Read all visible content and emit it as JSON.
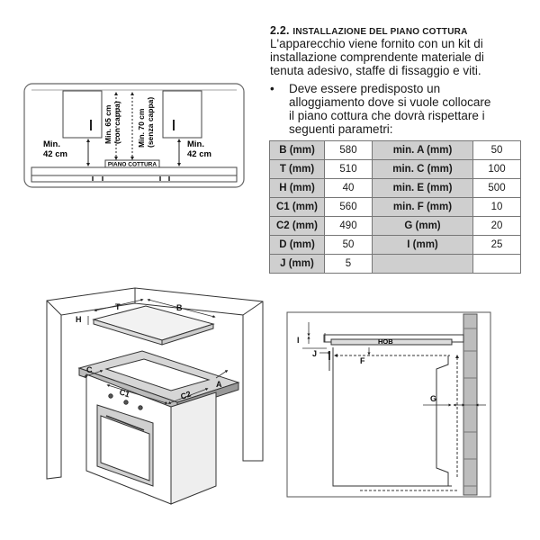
{
  "section": {
    "number": "2.2.",
    "title": "INSTALLAZIONE DEL PIANO COTTURA",
    "intro": [
      "L'apparecchio viene fornito con un kit di",
      "installazione comprendente materiale di",
      "tenuta adesivo, staffe di fissaggio e viti."
    ],
    "bullet": "•",
    "bullet_lines": [
      "Deve essere predisposto un",
      "alloggiamento dove si vuole collocare",
      "il piano cottura che dovrà rispettare i",
      "seguenti parametri:"
    ]
  },
  "params_table": [
    [
      "B (mm)",
      "580",
      "min. A (mm)",
      "50"
    ],
    [
      "T (mm)",
      "510",
      "min. C (mm)",
      "100"
    ],
    [
      "H (mm)",
      "40",
      "min. E (mm)",
      "500"
    ],
    [
      "C1 (mm)",
      "560",
      "min. F (mm)",
      "10"
    ],
    [
      "C2 (mm)",
      "490",
      "G (mm)",
      "20"
    ],
    [
      "D (mm)",
      "50",
      "I (mm)",
      "25"
    ],
    [
      "J (mm)",
      "5",
      "",
      ""
    ]
  ],
  "diagram_top": {
    "min_left": [
      "Min.",
      "42 cm"
    ],
    "min_right": [
      "Min.",
      "42 cm"
    ],
    "min65": [
      "Min. 65 cm",
      "(con cappa)"
    ],
    "min70": [
      "Min. 70 cm",
      "(senza cappa)"
    ],
    "hob_label": "PIANO COTTURA"
  },
  "diagram_iso": {
    "labels": [
      "T",
      "B",
      "H",
      "C",
      "C1",
      "C2",
      "A"
    ]
  },
  "diagram_side": {
    "labels": [
      "I",
      "J",
      "HOB",
      "F",
      "G"
    ]
  }
}
